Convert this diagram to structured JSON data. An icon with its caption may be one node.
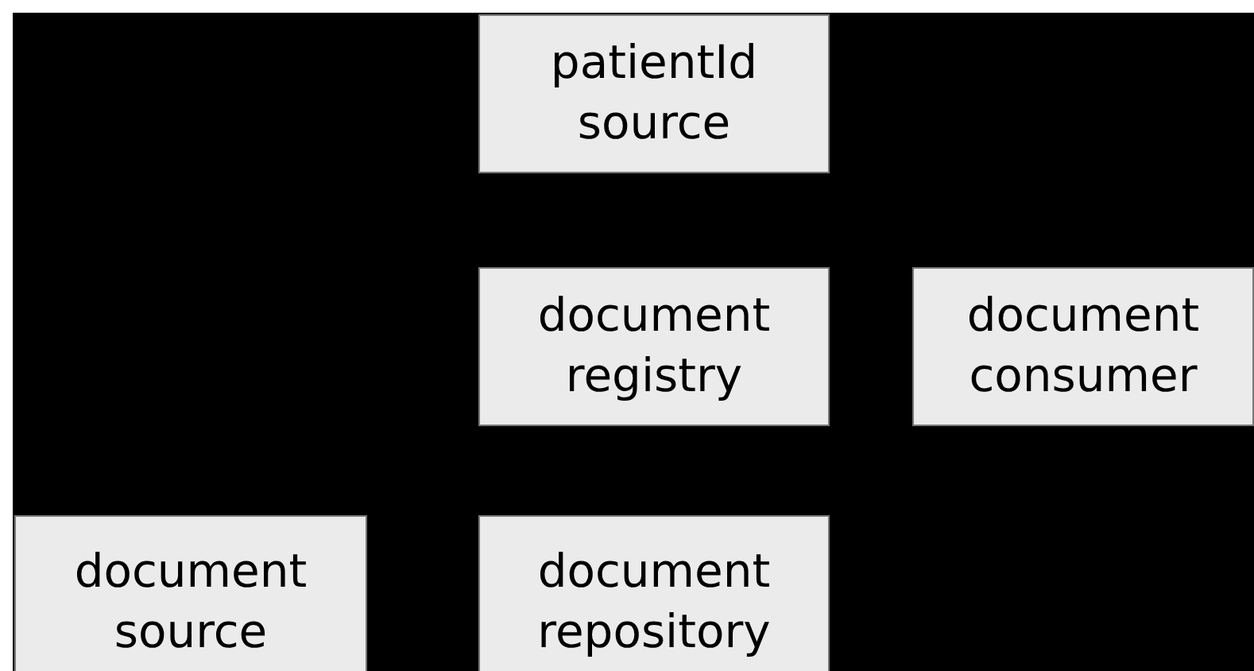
{
  "diagram": {
    "nodes": [
      {
        "text": [
          "patientId source"
        ]
      },
      {
        "text": [
          "document registry"
        ]
      },
      {
        "text": [
          "document consumer"
        ]
      },
      {
        "text": [
          "document source"
        ]
      },
      {
        "text": [
          "document repository"
        ]
      }
    ]
  }
}
